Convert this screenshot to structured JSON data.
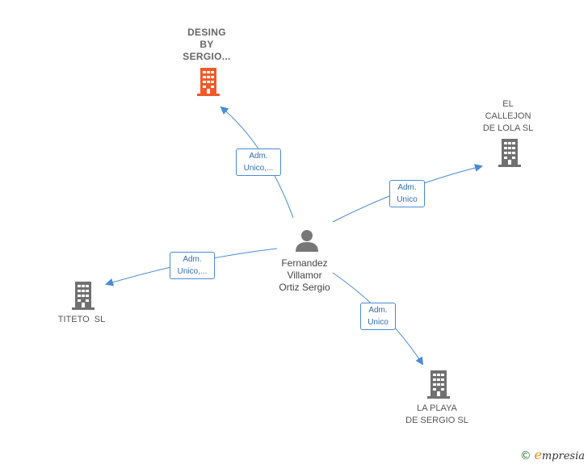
{
  "center": {
    "name": "Fernandez\nVillamor\nOrtiz Sergio"
  },
  "nodes": [
    {
      "id": "desing",
      "name": "DESING\nBY\nSERGIO...",
      "color": "#f2592a"
    },
    {
      "id": "callejon",
      "name": "EL\nCALLEJON\nDE LOLA SL",
      "color": "#707070"
    },
    {
      "id": "titeto",
      "name": "TITETO  SL",
      "color": "#707070"
    },
    {
      "id": "playa",
      "name": "LA PLAYA\nDE SERGIO SL",
      "color": "#707070"
    }
  ],
  "edges": [
    {
      "to": "desing",
      "label": "Adm.\nUnico,..."
    },
    {
      "to": "callejon",
      "label": "Adm.\nUnico"
    },
    {
      "to": "titeto",
      "label": "Adm.\nUnico,..."
    },
    {
      "to": "playa",
      "label": "Adm.\nUnico"
    }
  ],
  "footer": {
    "copyright": "©",
    "brand_first": "e",
    "brand_rest": "mpresia"
  },
  "colors": {
    "edge": "#4a8bd4",
    "highlight": "#f2592a",
    "building": "#707070",
    "person": "#777777"
  }
}
